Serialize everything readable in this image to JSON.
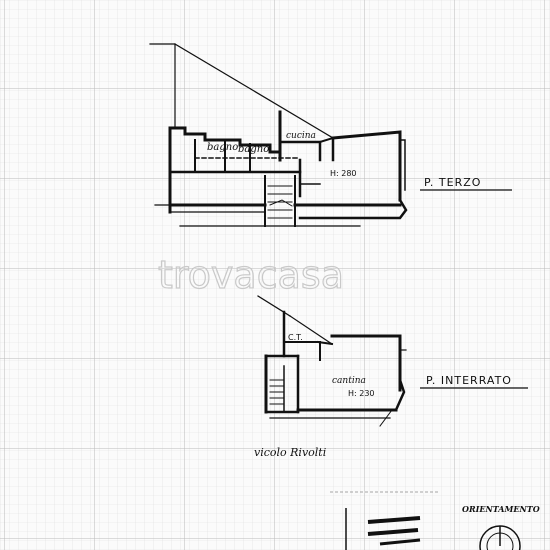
{
  "floor_top": {
    "title": "P. TERZO",
    "rooms": {
      "bagno1": "bagno",
      "bagno2": "bagno",
      "cucina": "cucina",
      "height": "H: 280"
    }
  },
  "floor_bottom": {
    "title": "P. INTERRATO",
    "rooms": {
      "ct": "C.T.",
      "cantina": "cantina",
      "height": "H: 230"
    }
  },
  "street": "vicolo Rivolti",
  "watermark": "trovacasa",
  "orientation": "ORIENTAMENTO"
}
